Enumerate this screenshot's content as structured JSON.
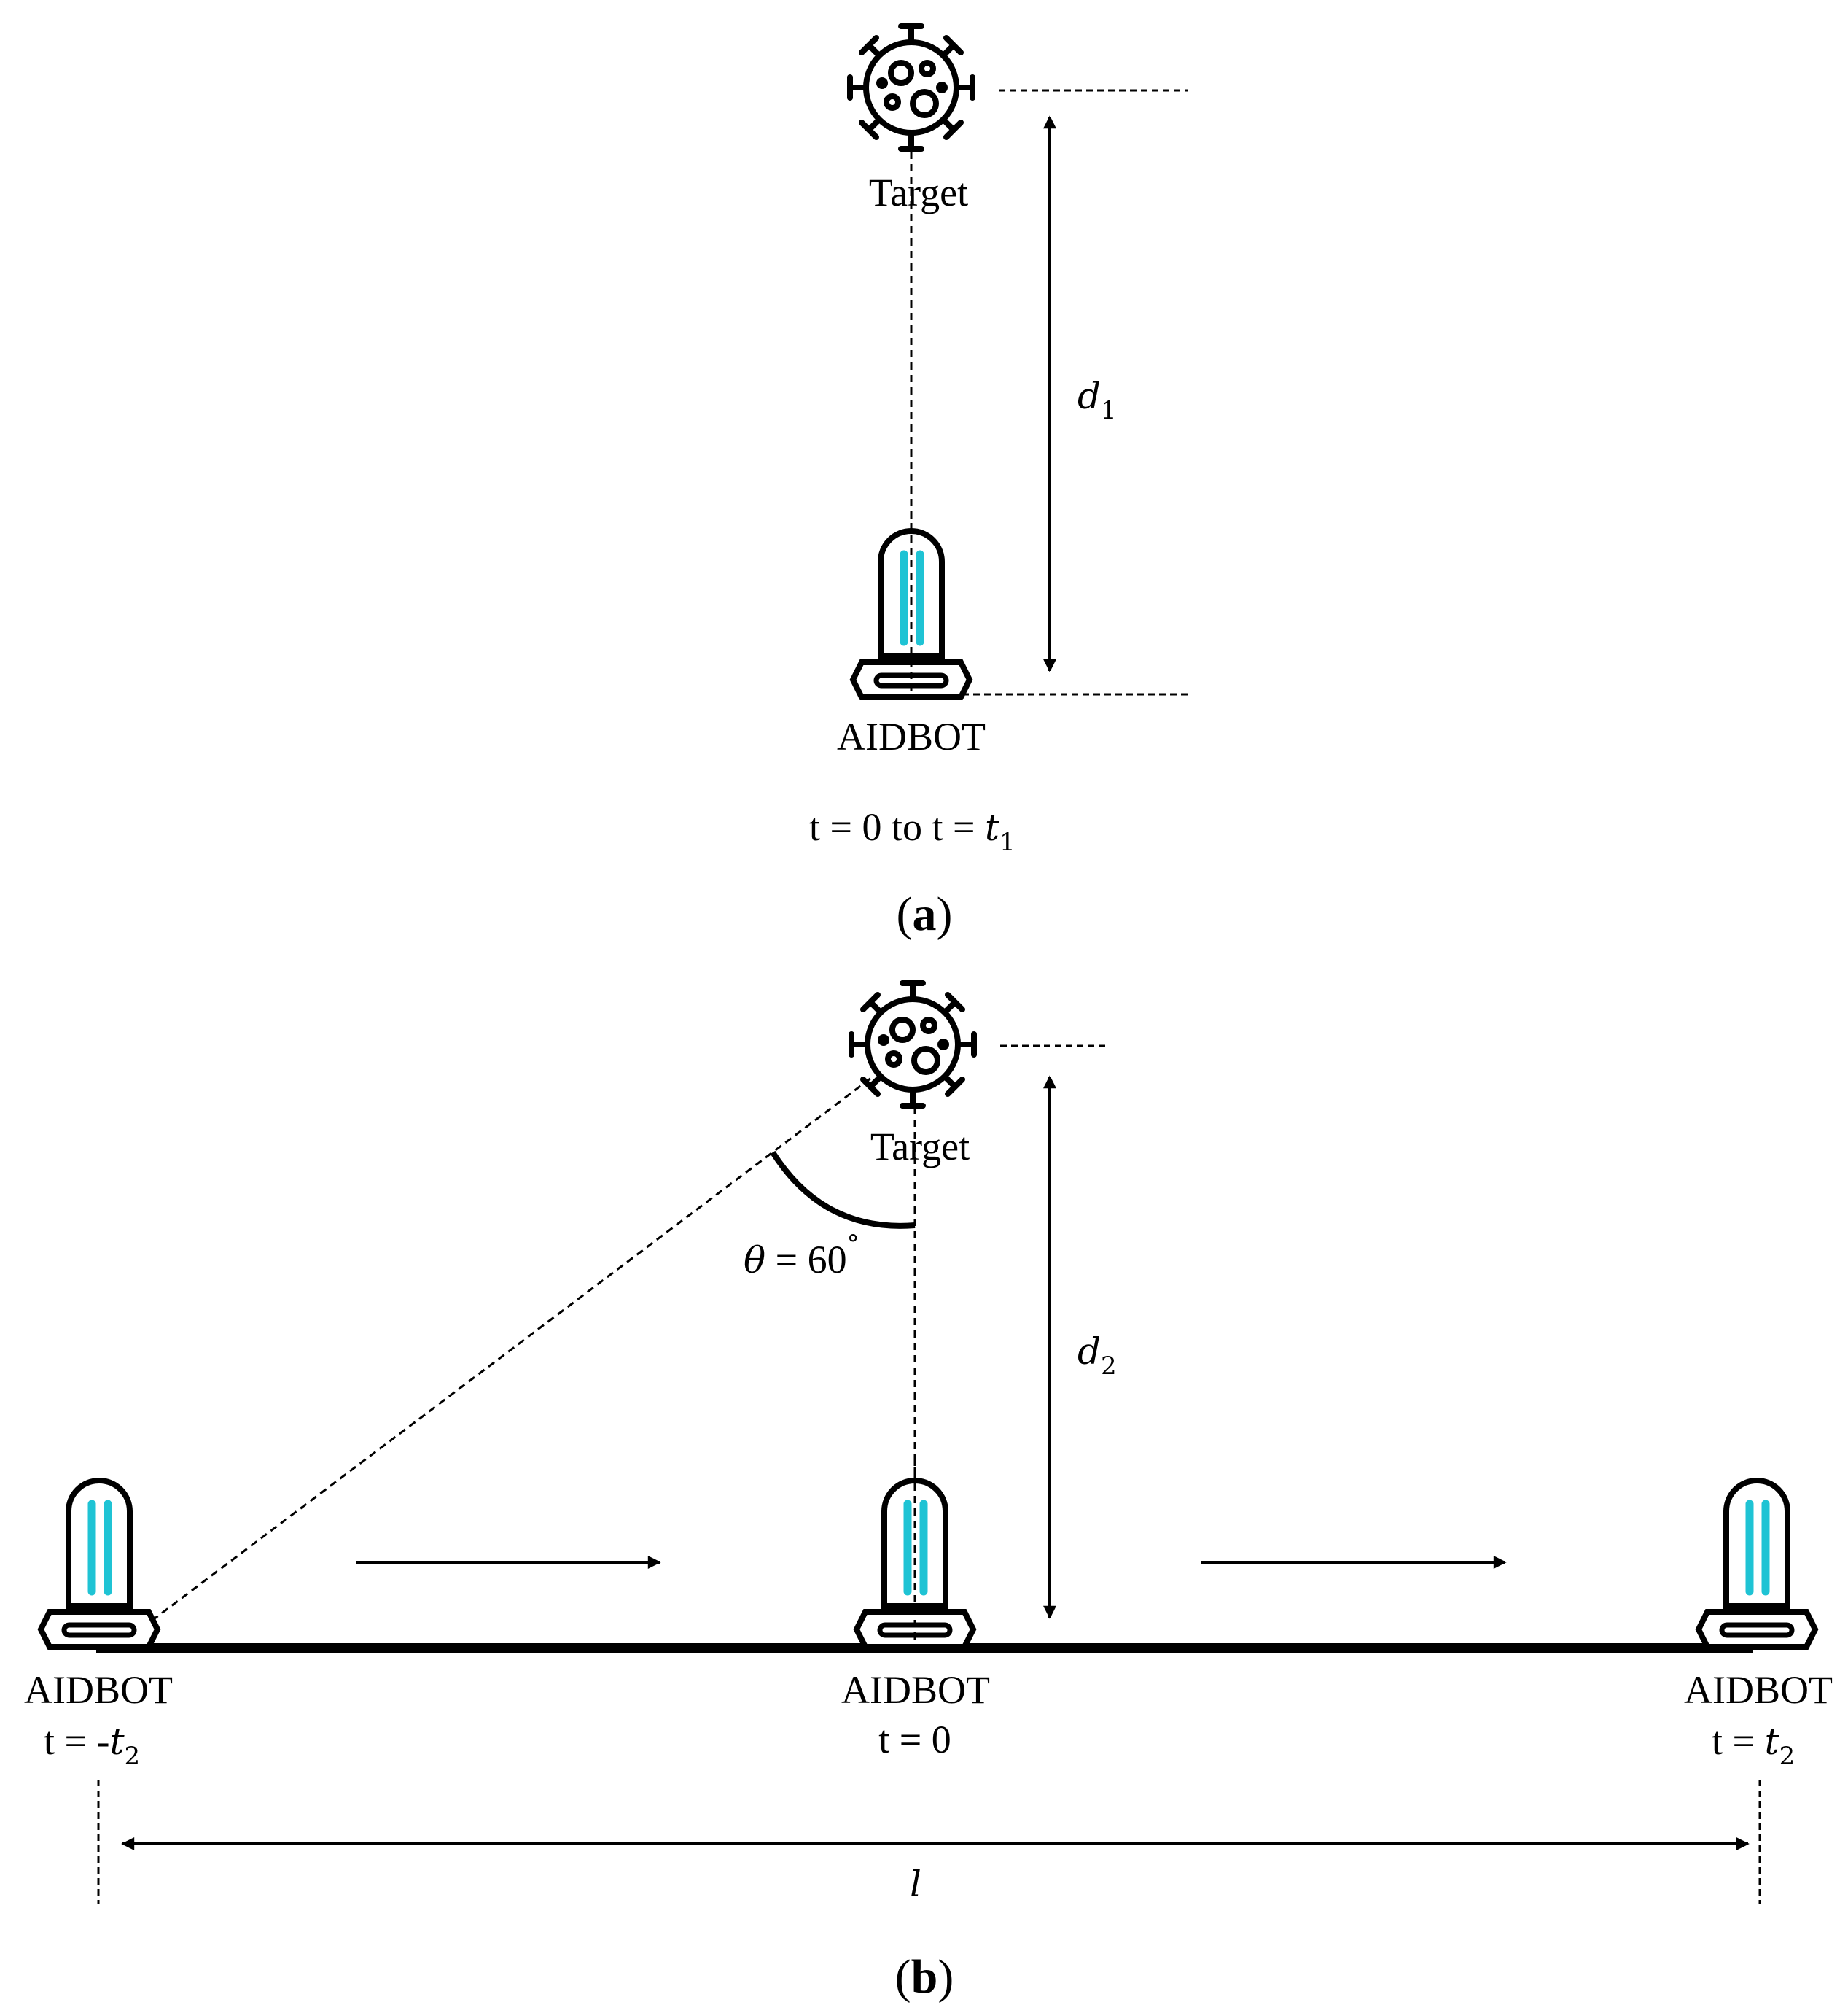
{
  "panel_a": {
    "panel_label_open": "(",
    "panel_label_letter": "a",
    "panel_label_close": ")",
    "target_label": "Target",
    "robot_label": "AIDBOT",
    "distance_symbol": "d",
    "distance_subscript": "1",
    "time_label_prefix": "t = 0 to t = ",
    "time_symbol": "t",
    "time_subscript": "1"
  },
  "panel_b": {
    "panel_label_open": "(",
    "panel_label_letter": "b",
    "panel_label_close": ")",
    "target_label": "Target",
    "angle_symbol": "θ",
    "angle_value": " = 60",
    "angle_degree": "°",
    "distance_symbol": "d",
    "distance_subscript": "2",
    "length_symbol": "l",
    "robots": [
      {
        "label": "AIDBOT",
        "time_prefix": "t = -",
        "time_symbol": "t",
        "time_subscript": "2"
      },
      {
        "label": "AIDBOT",
        "time_prefix": "t = 0",
        "time_symbol": "",
        "time_subscript": ""
      },
      {
        "label": "AIDBOT",
        "time_prefix": "t = ",
        "time_symbol": "t",
        "time_subscript": "2"
      }
    ]
  },
  "colors": {
    "uv_light": "#1fc3d4",
    "stroke": "#000000"
  },
  "icons": [
    "virus-icon",
    "uv-robot-icon"
  ]
}
